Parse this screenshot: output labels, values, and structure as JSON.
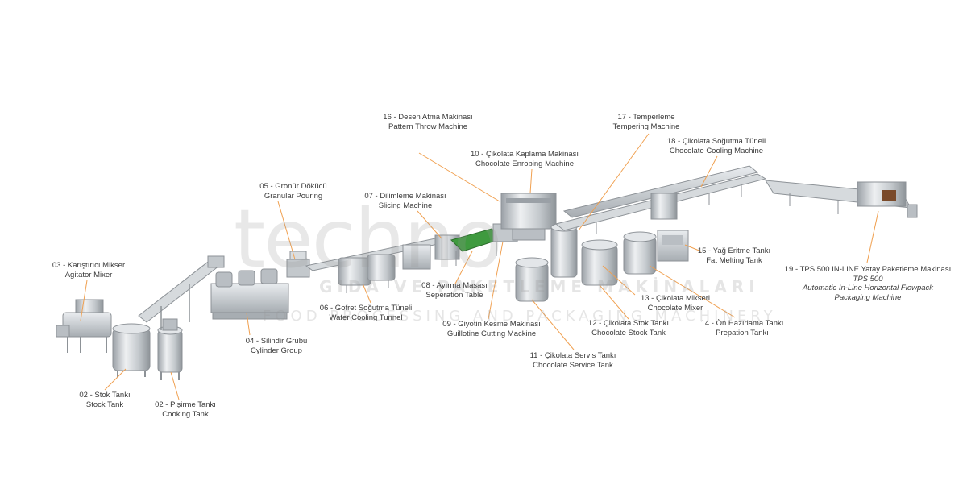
{
  "watermark": {
    "brand": "techno",
    "line1": "GIDA VE PAKETLEME MAKİNALARI",
    "line2": "FOOD PROCESSING AND PACKAGING MACHINERY"
  },
  "labels": {
    "l01": {
      "tr": "03 - Karıştırıcı Mikser",
      "en": "Agitator Mixer"
    },
    "l02": {
      "tr": "02 - Stok Tankı",
      "en": "Stock Tank"
    },
    "l03": {
      "tr": "02 - Pişirme Tankı",
      "en": "Cooking Tank"
    },
    "l04": {
      "tr": "05 - Gronür Dökücü",
      "en": "Granular Pouring"
    },
    "l05": {
      "tr": "04 - Silindir Grubu",
      "en": "Cylinder Group"
    },
    "l06": {
      "tr": "06 - Gofret Soğutma Tüneli",
      "en": "Wafer Cooling Tunnel"
    },
    "l07": {
      "tr": "07 - Dilimleme Makinası",
      "en": "Slicing Machine"
    },
    "l08": {
      "tr": "08 - Ayırma Masası",
      "en": "Seperation Table"
    },
    "l09": {
      "tr": "09 - Giyotin Kesme Makinası",
      "en": "Guillotine Cutting Mackine"
    },
    "l10": {
      "tr": "16 - Desen Atma Makinası",
      "en": "Pattern Throw Machine"
    },
    "l11": {
      "tr": "10 - Çikolata Kaplama Makinası",
      "en": "Chocolate Enrobing Machine"
    },
    "l12": {
      "tr": "11 - Çikolata Servis Tankı",
      "en": "Chocolate Service Tank"
    },
    "l13": {
      "tr": "17 - Temperleme",
      "en": "Tempering Machine"
    },
    "l14": {
      "tr": "18 - Çikolata Soğutma Tüneli",
      "en": "Chocolate Cooling Machine"
    },
    "l15": {
      "tr": "12 - Çikolata Stok Tankı",
      "en": "Chocolate Stock Tank"
    },
    "l16": {
      "tr": "13 - Çikolata Mikseri",
      "en": "Chocolate Mixer"
    },
    "l17": {
      "tr": "15 - Yağ Eritme Tankı",
      "en": "Fat Melting Tank"
    },
    "l18": {
      "tr": "14 - Ön Hazırlama Tankı",
      "en": "Prepation Tankı"
    },
    "l19": {
      "tr": "19 - TPS 500 IN-LINE Yatay Paketleme Makinası",
      "l2": "TPS 500",
      "l3": "Automatic In-Line Horizontal Flowpack",
      "l4": "Packaging Machine"
    }
  },
  "colors": {
    "leader": "#f0a050",
    "metal": "#c9cdd1",
    "metal_dark": "#8d9297",
    "green_belt": "#3f9a3f",
    "chocolate": "#7a4a2a"
  }
}
